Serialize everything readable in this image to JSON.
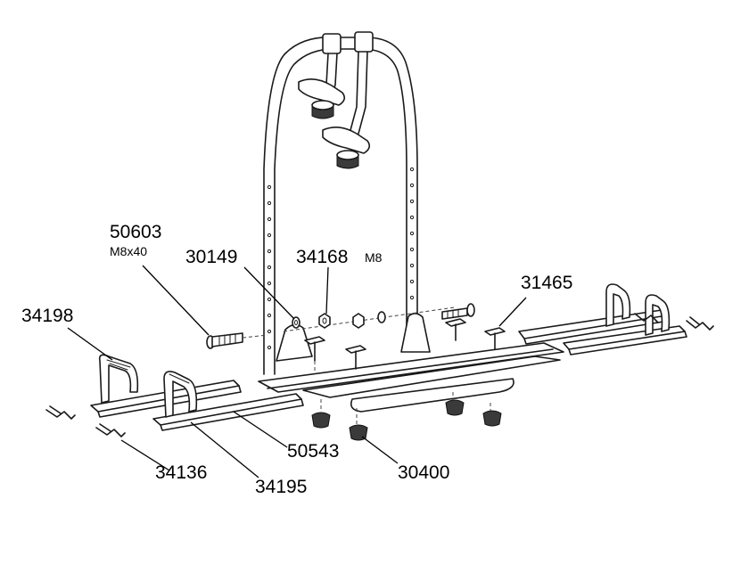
{
  "labels": {
    "p50603": "50603",
    "p50603_sub": "M8x40",
    "p30149": "30149",
    "p34168": "34168",
    "p34168_sub": "M8",
    "p31465": "31465",
    "p34198": "34198",
    "p34136": "34136",
    "p34195": "34195",
    "p50543": "50543",
    "p30400": "30400"
  }
}
